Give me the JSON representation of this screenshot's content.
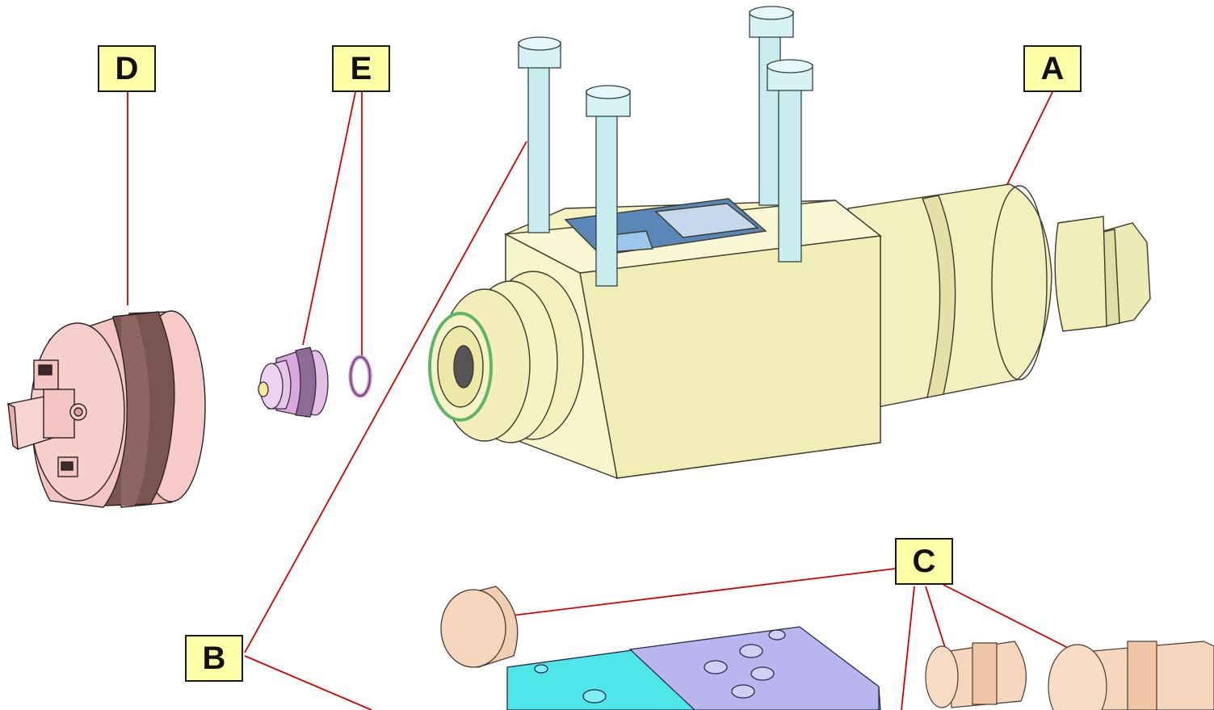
{
  "callouts": {
    "a": "A",
    "b": "B",
    "c": "C",
    "d": "D",
    "e": "E"
  },
  "colors": {
    "leader": "#d40000",
    "callout_fill": "#ffffa8",
    "solenoid_body": "#f6f2c2",
    "screws": "#c9ecef",
    "knob": "#f3c4c2",
    "knob_band": "#7a5450",
    "small_valve": "#dcb0e0",
    "seal_ring": "#8ccc8c",
    "manifold_cyan": "#4fe6ea",
    "manifold_purple": "#b9b5ef",
    "plugs": "#f6d6bd"
  }
}
